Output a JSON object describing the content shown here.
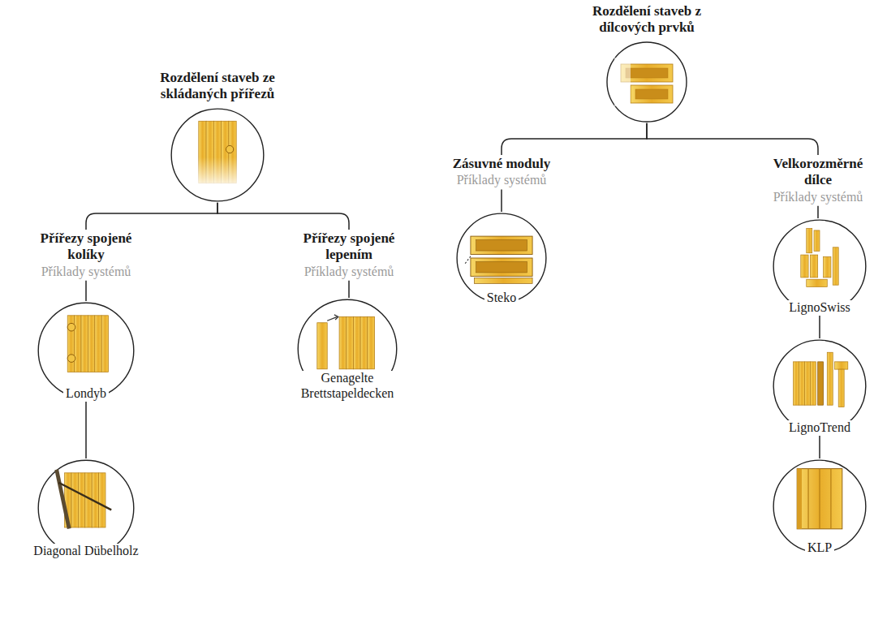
{
  "diagram": {
    "nodes": [
      {
        "text": [
          "Rozdělení staveb ze skládaných přířezů"
        ]
      },
      {
        "text": [
          "Přířezy spojené kolíky",
          "Příklady systémů"
        ]
      },
      {
        "text": [
          "Přířezy spojené lepením",
          "Příklady systémů"
        ]
      },
      {
        "text": [
          "Londyb"
        ]
      },
      {
        "text": [
          "Diagonal Dübelholz"
        ]
      },
      {
        "text": [
          "Genagelte Brettstapeldecken"
        ]
      },
      {
        "text": [
          "Rozdělení staveb z dílcových prvků"
        ]
      },
      {
        "text": [
          "Zásuvné moduly",
          "Příklady systémů"
        ]
      },
      {
        "text": [
          "Velkorozměrné dílce",
          "Příklady systémů"
        ]
      },
      {
        "text": [
          "Steko"
        ]
      },
      {
        "text": [
          "LignoSwiss"
        ]
      },
      {
        "text": [
          "LignoTrend"
        ]
      },
      {
        "text": [
          "KLP"
        ]
      }
    ],
    "edges": [
      {
        "from": 0,
        "to": 1,
        "arrow": "none"
      },
      {
        "from": 0,
        "to": 2,
        "arrow": "none"
      },
      {
        "from": 1,
        "to": 3,
        "arrow": "none"
      },
      {
        "from": 3,
        "to": 4,
        "arrow": "none"
      },
      {
        "from": 2,
        "to": 5,
        "arrow": "none"
      },
      {
        "from": 6,
        "to": 7,
        "arrow": "none"
      },
      {
        "from": 6,
        "to": 8,
        "arrow": "none"
      },
      {
        "from": 7,
        "to": 9,
        "arrow": "none"
      },
      {
        "from": 8,
        "to": 10,
        "arrow": "none"
      },
      {
        "from": 10,
        "to": 11,
        "arrow": "none"
      },
      {
        "from": 11,
        "to": 12,
        "arrow": "none"
      }
    ]
  }
}
